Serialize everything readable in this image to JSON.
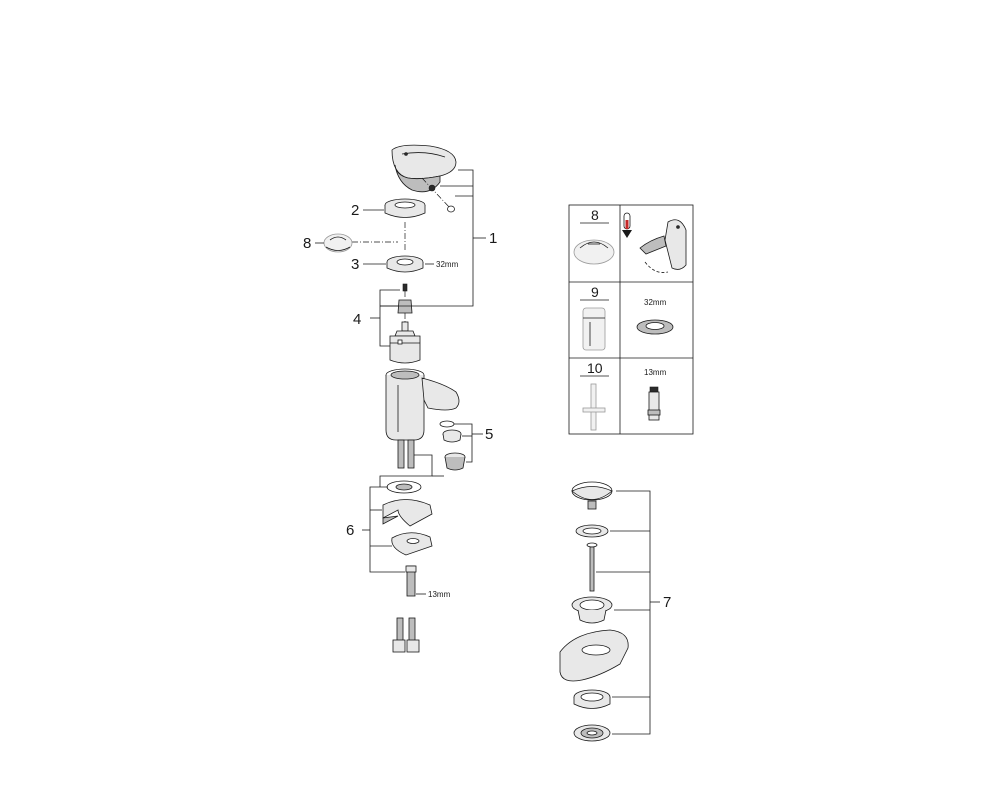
{
  "callouts": {
    "c1": "1",
    "c2": "2",
    "c3": "3",
    "c4": "4",
    "c5": "5",
    "c6": "6",
    "c7": "7",
    "c8": "8"
  },
  "dimensions": {
    "cartridge_nut": "32mm",
    "hose_adapter": "13mm"
  },
  "spares_table": {
    "row1_number": "8",
    "row2_number": "9",
    "row2_dimension": "32mm",
    "row3_number": "10",
    "row3_dimension": "13mm"
  },
  "colors": {
    "line": "#1a1a1a",
    "fill": "#e8e8e8",
    "accent": "#2b2b2b"
  }
}
